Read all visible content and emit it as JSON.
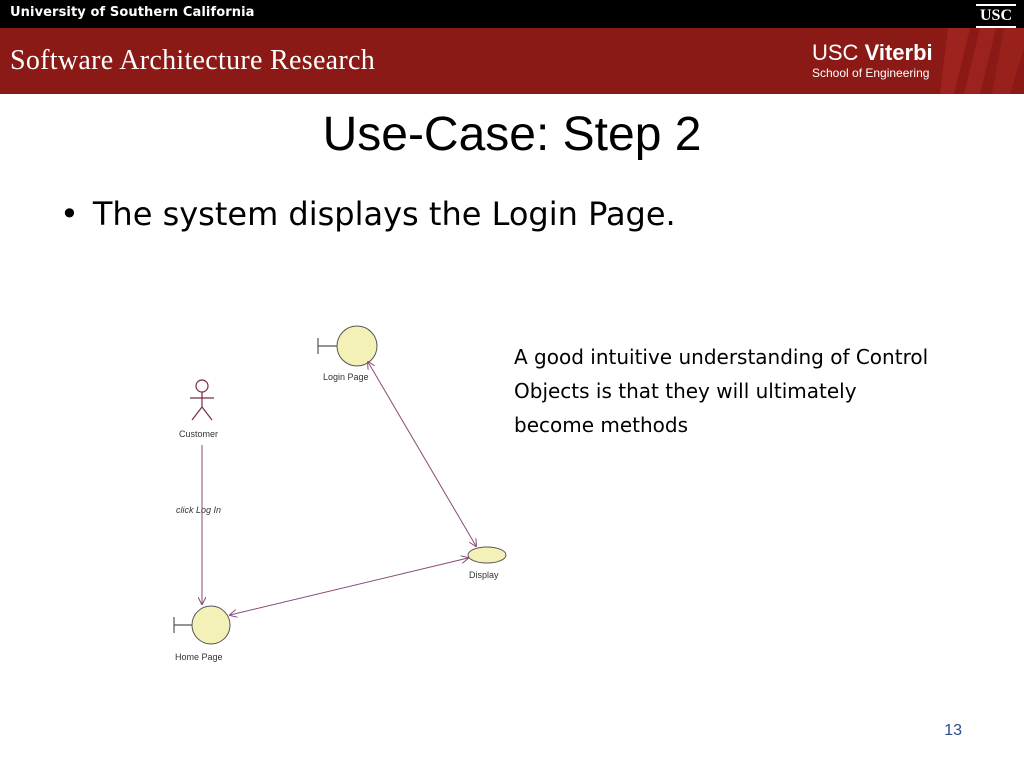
{
  "header": {
    "university": "University of Southern California",
    "usc_logo": "USC",
    "group_title": "Software Architecture Research",
    "viterbi_usc": "USC",
    "viterbi_name": "Viterbi",
    "viterbi_school": "School of Engineering",
    "colors": {
      "topbar": "#000000",
      "banner": "#8b1a16"
    }
  },
  "slide": {
    "title": "Use-Case: Step 2",
    "bullet": "The system displays the Login Page.",
    "note": "A good intuitive understanding of Control Objects is that they will ultimately become methods",
    "page_number": "13"
  },
  "diagram": {
    "actor_label": "Customer",
    "message_label": "click Log In",
    "login_page_label": "Login Page",
    "display_label": "Display",
    "home_page_label": "Home Page"
  }
}
